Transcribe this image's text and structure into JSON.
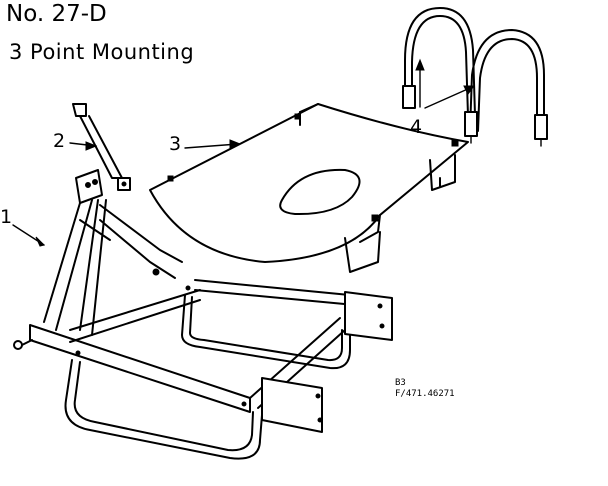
{
  "title": "No. 27-D",
  "subtitle": "3 Point Mounting",
  "callouts": [
    {
      "label": "1"
    },
    {
      "label": "2"
    },
    {
      "label": "3"
    },
    {
      "label": "4"
    }
  ],
  "reference": {
    "line1": "B3",
    "line2": "F/471.46271"
  },
  "colors": {
    "ink": "#000000",
    "paper": "#ffffff"
  }
}
